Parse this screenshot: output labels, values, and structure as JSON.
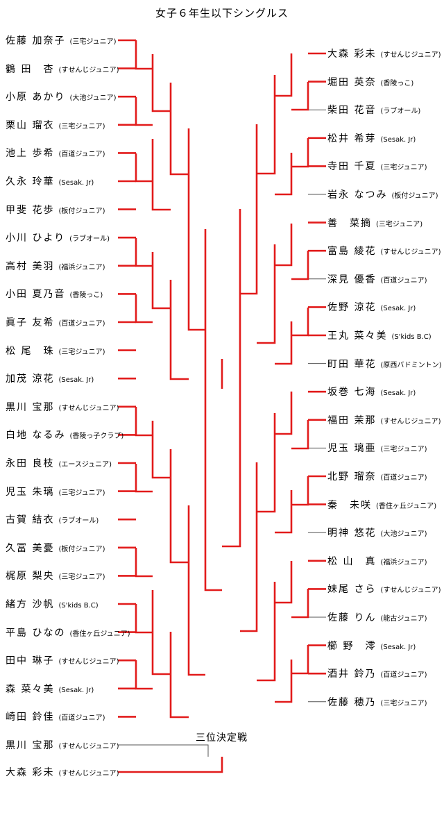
{
  "title": "女子６年生以下シングルス",
  "colors": {
    "win": "#e21b1b",
    "line": "#555555"
  },
  "left": [
    {
      "name": "佐藤 加奈子",
      "team": "(三宅ジュニア)"
    },
    {
      "name": "鶴 田　杏",
      "team": "(すせんじジュニア)"
    },
    {
      "name": "小原 あかり",
      "team": "(大池ジュニア)"
    },
    {
      "name": "栗山 瑠衣",
      "team": "(三宅ジュニア)"
    },
    {
      "name": "池上 歩希",
      "team": "(百道ジュニア)"
    },
    {
      "name": "久永 玲華",
      "team": "(Sesak. Jr)"
    },
    {
      "name": "甲斐 花歩",
      "team": "(板付ジュニア)"
    },
    {
      "name": "小川 ひより",
      "team": "(ラブオール)"
    },
    {
      "name": "高村 美羽",
      "team": "(福浜ジュニア)"
    },
    {
      "name": "小田 夏乃音",
      "team": "(香陵っこ)"
    },
    {
      "name": "眞子 友希",
      "team": "(百道ジュニア)"
    },
    {
      "name": "松 尾　珠",
      "team": "(三宅ジュニア)"
    },
    {
      "name": "加茂 涼花",
      "team": "(Sesak. Jr)"
    },
    {
      "name": "黒川 宝那",
      "team": "(すせんじジュニア)"
    },
    {
      "name": "白地 なるみ",
      "team": "(香陵っ子クラブ)"
    },
    {
      "name": "永田 良枝",
      "team": "(エースジュニア)"
    },
    {
      "name": "児玉 朱璃",
      "team": "(三宅ジュニア)"
    },
    {
      "name": "古賀 結衣",
      "team": "(ラブオール)"
    },
    {
      "name": "久冨 美憂",
      "team": "(板付ジュニア)"
    },
    {
      "name": "梶原 梨央",
      "team": "(三宅ジュニア)"
    },
    {
      "name": "緒方 沙帆",
      "team": "(S'kids B.C)"
    },
    {
      "name": "平島 ひなの",
      "team": "(香住ヶ丘ジュニア)"
    },
    {
      "name": "田中 琳子",
      "team": "(すせんじジュニア)"
    },
    {
      "name": "森 菜々美",
      "team": "(Sesak. Jr)"
    },
    {
      "name": "崎田 鈴佳",
      "team": "(百道ジュニア)"
    }
  ],
  "right": [
    {
      "name": "大森 彩未",
      "team": "(すせんじジュニア)"
    },
    {
      "name": "堀田 英奈",
      "team": "(香陵っこ)"
    },
    {
      "name": "柴田 花音",
      "team": "(ラブオール)"
    },
    {
      "name": "松井 希芽",
      "team": "(Sesak. Jr)"
    },
    {
      "name": "寺田 千夏",
      "team": "(三宅ジュニア)"
    },
    {
      "name": "岩永 なつみ",
      "team": "(板付ジュニア)"
    },
    {
      "name": "善　菜摘",
      "team": "(三宅ジュニア)"
    },
    {
      "name": "富島 綾花",
      "team": "(すせんじジュニア)"
    },
    {
      "name": "深見 優香",
      "team": "(百道ジュニア)"
    },
    {
      "name": "佐野 涼花",
      "team": "(Sesak. Jr)"
    },
    {
      "name": "王丸 菜々美",
      "team": "(S'kids B.C)"
    },
    {
      "name": "町田 華花",
      "team": "(原西バドミントン)"
    },
    {
      "name": "坂巻 七海",
      "team": "(Sesak. Jr)"
    },
    {
      "name": "福田 茉那",
      "team": "(すせんじジュニア)"
    },
    {
      "name": "児玉 璃亜",
      "team": "(三宅ジュニア)"
    },
    {
      "name": "北野 瑠奈",
      "team": "(百道ジュニア)"
    },
    {
      "name": "秦　未咲",
      "team": "(香住ヶ丘ジュニア)"
    },
    {
      "name": "明神 悠花",
      "team": "(大池ジュニア)"
    },
    {
      "name": "松 山　真",
      "team": "(福浜ジュニア)"
    },
    {
      "name": "妹尾 さら",
      "team": "(すせんじジュニア)"
    },
    {
      "name": "佐藤 りん",
      "team": "(能古ジュニア)"
    },
    {
      "name": "櫛 野　澪",
      "team": "(Sesak. Jr)"
    },
    {
      "name": "酒井 鈴乃",
      "team": "(百道ジュニア)"
    },
    {
      "name": "佐藤 穂乃",
      "team": "(三宅ジュニア)"
    }
  ],
  "third_place": {
    "title": "三位決定戦",
    "players": [
      {
        "name": "黒川 宝那",
        "team": "(すせんじジュニア)"
      },
      {
        "name": "大森 彩未",
        "team": "(すせんじジュニア)"
      }
    ]
  }
}
